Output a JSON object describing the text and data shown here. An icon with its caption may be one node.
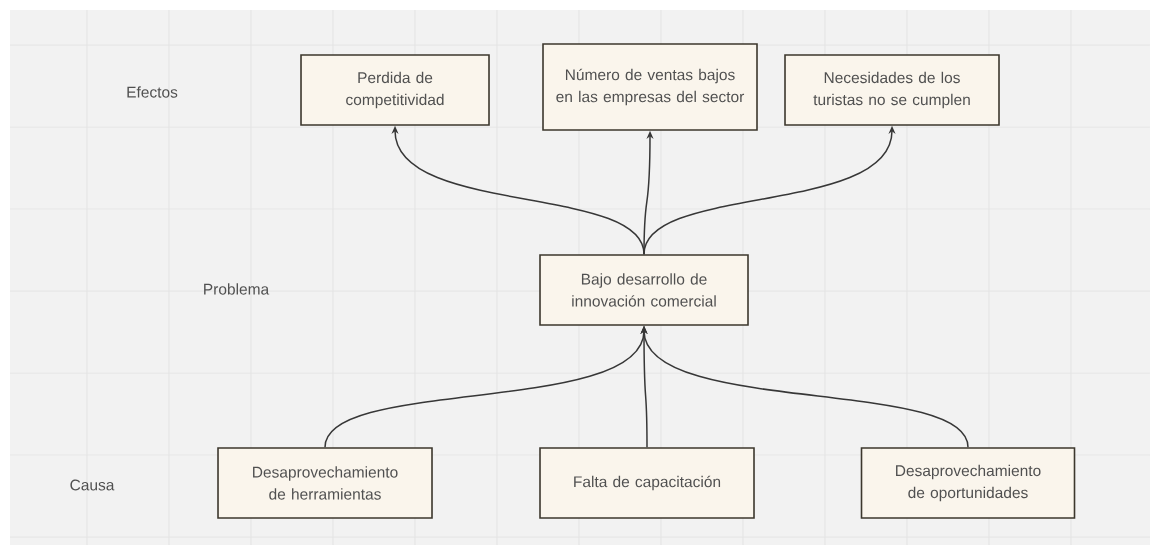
{
  "diagram": {
    "nodes": [
      {
        "text": [
          "Perdida de competitividad"
        ]
      },
      {
        "text": [
          "Número de ventas bajos en las empresas del sector"
        ]
      },
      {
        "text": [
          "Necesidades de los turistas no se cumplen"
        ]
      },
      {
        "text": [
          "Bajo desarrollo de innovación comercial"
        ]
      },
      {
        "text": [
          "Desaprovechamiento de herramientas"
        ]
      },
      {
        "text": [
          "Falta de capacitación"
        ]
      },
      {
        "text": [
          "Desaprovechamiento de oportunidades"
        ]
      }
    ],
    "edges": [
      {
        "from": 3,
        "to": 0,
        "arrow": "to"
      },
      {
        "from": 3,
        "to": 1,
        "arrow": "to"
      },
      {
        "from": 3,
        "to": 2,
        "arrow": "to"
      },
      {
        "from": 4,
        "to": 3,
        "arrow": "to"
      },
      {
        "from": 5,
        "to": 3,
        "arrow": "to"
      },
      {
        "from": 6,
        "to": 3,
        "arrow": "to"
      }
    ],
    "labels": [
      "Efectos",
      "Problema",
      "Causa"
    ]
  }
}
